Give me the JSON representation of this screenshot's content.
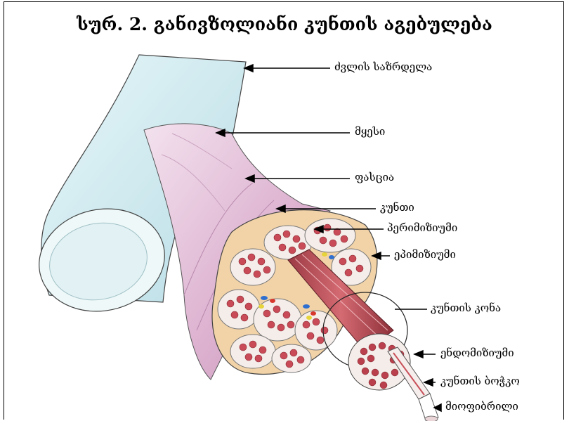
{
  "title": "სურ. 2. განივზოლიანი კუნთის აგებულება",
  "labels": {
    "bone_attachment": "ძვლის საზრდელა",
    "muscle": "მყესი",
    "fascia": "ფასცია",
    "muscle_body": "კუნთი",
    "perimysium": "პერიმიზიუმი",
    "epimysium": "ეპიმიზიუმი",
    "muscle_bundle": "კუნთის კონა",
    "endomysium": "ენდომიზიუმი",
    "muscle_fiber": "კუნთის ბოჭკო",
    "myofibril": "მიოფიბრილი"
  },
  "colors": {
    "bone_fill": "#d6eef2",
    "muscle_fill": "#e6c3dc",
    "fiber_red": "#c8505a",
    "fiber_white": "#f4ecea",
    "tissue_tan": "#f0d2a8",
    "outline": "#222222"
  }
}
